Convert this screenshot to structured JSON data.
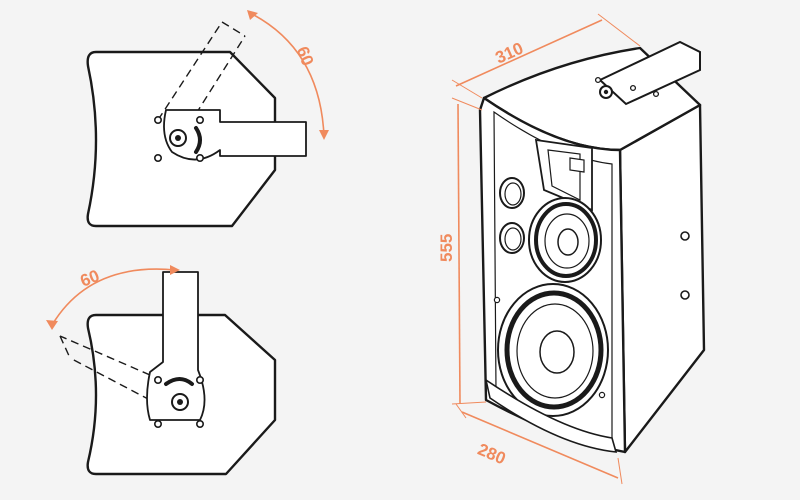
{
  "diagram": {
    "colors": {
      "background": "#f4f4f4",
      "outline": "#1a1a1a",
      "body_fill": "#ffffff",
      "dimension": "#f08a5d"
    },
    "top_view_angle": "60",
    "bottom_view_angle": "60",
    "width_label": "310",
    "height_label": "555",
    "depth_label": "280"
  }
}
